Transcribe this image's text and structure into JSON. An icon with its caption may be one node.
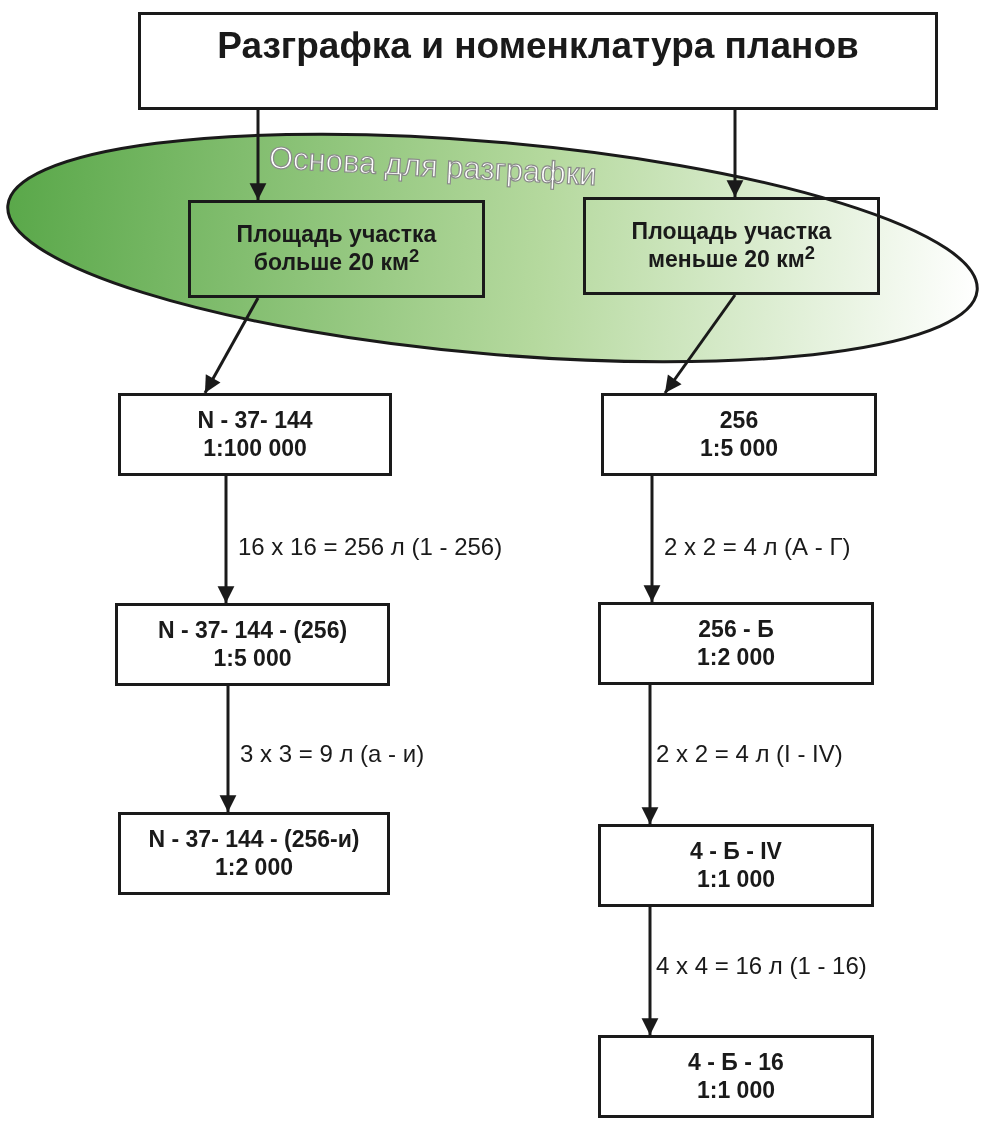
{
  "diagram": {
    "nodes": [
      {
        "text": [
          "Разграфка и номенклатура планов"
        ]
      },
      {
        "text": [
          "Основа для разграфки"
        ]
      },
      {
        "text": [
          "Площадь участка больше 20 км$^{2}$"
        ],
        "in": 1
      },
      {
        "text": [
          "Площадь участка меньше 20 км$^{2}$"
        ],
        "in": 1
      },
      {
        "text": [
          "N - 37- 144",
          "1:100 000"
        ]
      },
      {
        "text": [
          "256",
          "1:5 000"
        ]
      },
      {
        "text": [
          "N - 37- 144 - (256)",
          "1:5 000"
        ]
      },
      {
        "text": [
          "256 - Б",
          "1:2 000"
        ]
      },
      {
        "text": [
          "N - 37- 144 - (256-и)",
          "1:2 000"
        ]
      },
      {
        "text": [
          "4 - Б - IV",
          "1:1 000"
        ]
      },
      {
        "text": [
          "4 - Б - 16",
          "1:1 000"
        ]
      }
    ],
    "edges": [
      {
        "from": 0,
        "to": 2,
        "arrow": "to"
      },
      {
        "from": 0,
        "to": 3,
        "arrow": "to"
      },
      {
        "from": 2,
        "to": 4,
        "arrow": "to"
      },
      {
        "from": 3,
        "to": 5,
        "arrow": "to"
      },
      {
        "from": 4,
        "to": 6,
        "arrow": "to",
        "label": "16 x 16 = 256 л (1 - 256)"
      },
      {
        "from": 5,
        "to": 7,
        "arrow": "to",
        "label": "2 x 2 = 4 л (А - Г)"
      },
      {
        "from": 6,
        "to": 8,
        "arrow": "to",
        "label": "3 x 3 = 9 л (а - и)"
      },
      {
        "from": 7,
        "to": 9,
        "arrow": "to",
        "label": "2 x 2 = 4 л (I - IV)"
      },
      {
        "from": 9,
        "to": 10,
        "arrow": "to",
        "label": "4 x 4 = 16 л (1 - 16)"
      }
    ]
  }
}
